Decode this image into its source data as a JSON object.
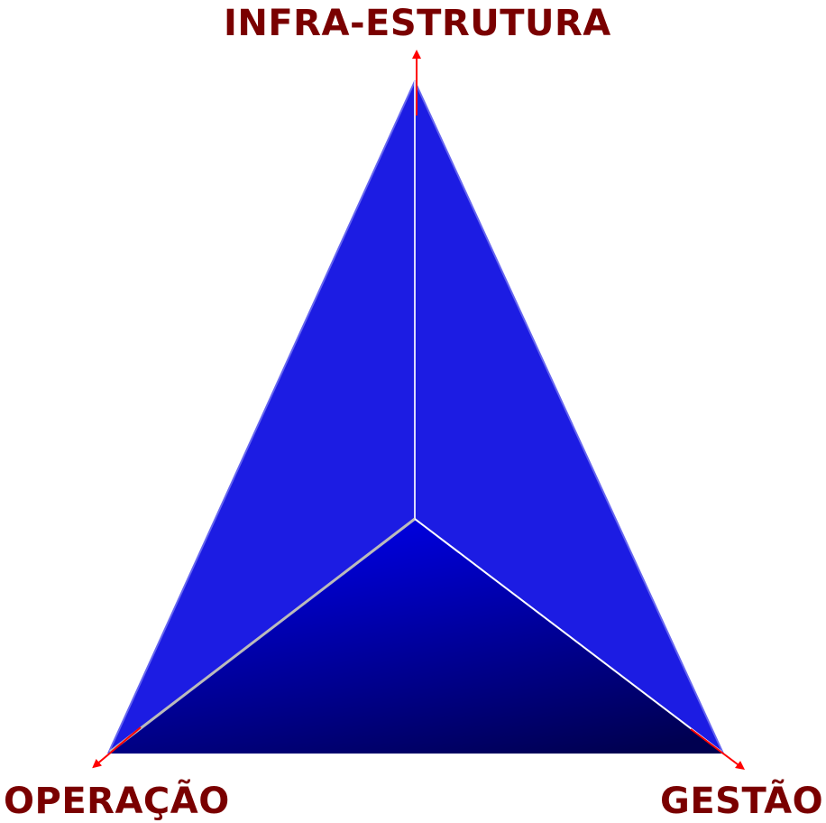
{
  "diagram": {
    "axes": [
      {
        "id": "top",
        "label": "INFRA-ESTRUTURA"
      },
      {
        "id": "left",
        "label": "OPERAÇÃO"
      },
      {
        "id": "right",
        "label": "GESTÃO"
      }
    ]
  },
  "colors": {
    "label_color": "#7a0000",
    "face_left": "#1c1ce3",
    "face_right": "#1c1ce3",
    "face_bottom_light": "#0000e6",
    "face_bottom_dark": "#000050",
    "edge_color": "#ffffff",
    "arrow_color": "#ff0000"
  }
}
